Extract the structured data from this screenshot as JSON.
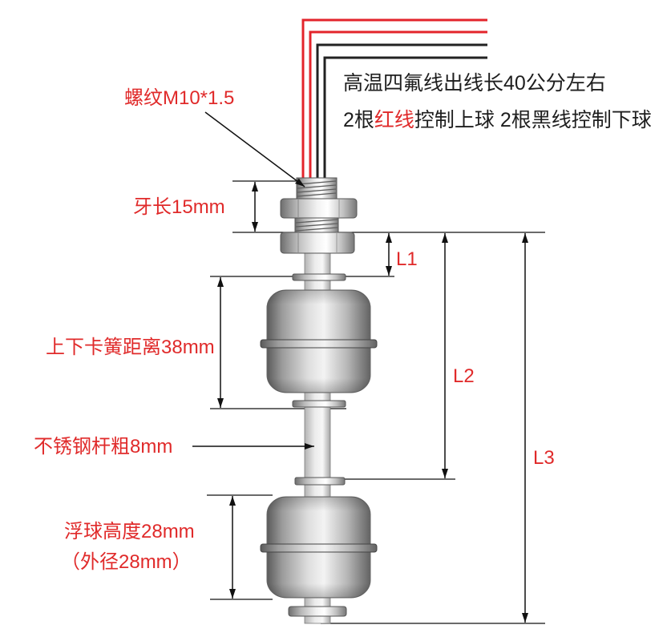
{
  "wire_note": {
    "line1": "高温四氟线出线长40公分左右",
    "line2_prefix": "2根",
    "line2_red": "红线",
    "line2_suffix": "控制上球 2根黑线控制下球"
  },
  "labels": {
    "thread": "螺纹M10*1.5",
    "thread_length": "牙长15mm",
    "L1": "L1",
    "clip_distance": "上下卡簧距离38mm",
    "L2": "L2",
    "rod_diameter": "不锈钢杆粗8mm",
    "L3": "L3",
    "float_height": "浮球高度28mm",
    "float_diameter": "（外径28mm）"
  },
  "colors": {
    "label": "#e02a2a",
    "text": "#1e1e1e",
    "red_wire": "#e3242b",
    "black_wire": "#222222"
  }
}
